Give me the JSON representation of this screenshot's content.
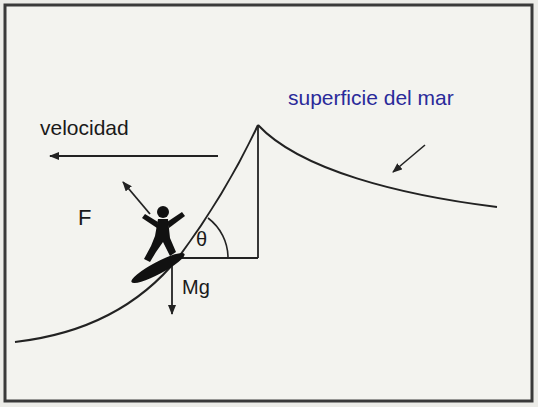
{
  "diagram": {
    "labels": [
      "velocidad",
      "superficie del mar",
      "F",
      "θ",
      "Mg"
    ]
  }
}
